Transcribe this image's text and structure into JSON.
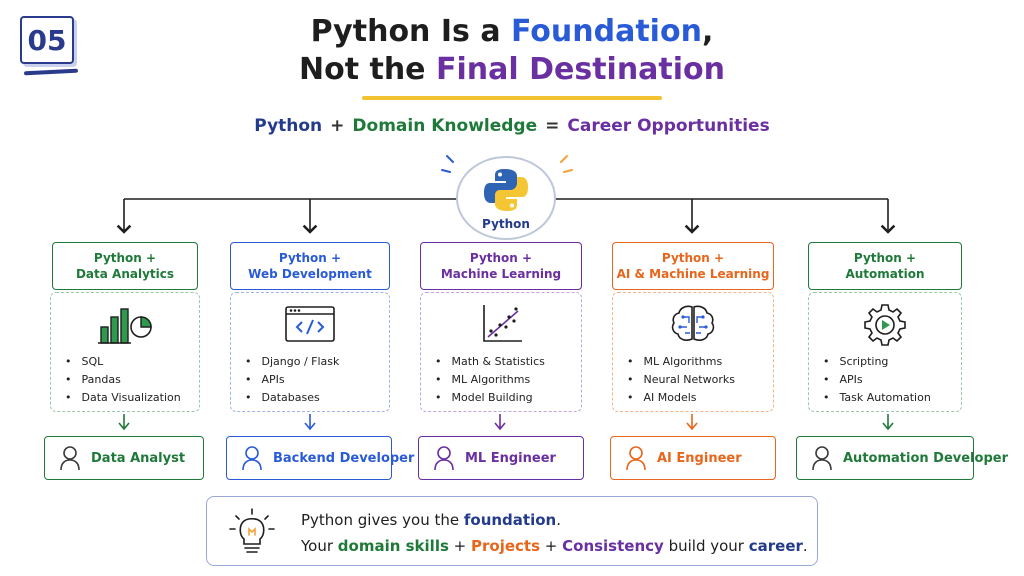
{
  "badge": "05",
  "title": {
    "line1_prefix": "Python Is a ",
    "line1_highlight": "Foundation",
    "line1_suffix": ",",
    "line2_prefix": "Not the ",
    "line2_highlight": "Final Destination"
  },
  "equation": {
    "python": "Python",
    "plus": "+",
    "domain": "Domain Knowledge",
    "equals": "=",
    "result": "Career Opportunities"
  },
  "center": {
    "label": "Python",
    "icon": "python-logo-icon"
  },
  "colors": {
    "green": "#1f7a3a",
    "blue": "#2a5bd7",
    "purple": "#6a2fa0",
    "orange": "#e8651c",
    "navy": "#243b8c",
    "yellow": "#f2c230"
  },
  "tracks": [
    {
      "header_line1": "Python +",
      "header_line2": "Data Analytics",
      "icon": "bar-chart-icon",
      "skills": [
        "SQL",
        "Pandas",
        "Data Visualization"
      ],
      "role": "Data Analyst",
      "color": "#1f7a3a"
    },
    {
      "header_line1": "Python +",
      "header_line2": "Web Development",
      "icon": "code-window-icon",
      "skills": [
        "Django / Flask",
        "APIs",
        "Databases"
      ],
      "role": "Backend Developer",
      "color": "#2a5bd7"
    },
    {
      "header_line1": "Python +",
      "header_line2": "Machine Learning",
      "icon": "scatter-plot-icon",
      "skills": [
        "Math & Statistics",
        "ML Algorithms",
        "Model Building"
      ],
      "role": "ML Engineer",
      "color": "#6a2fa0"
    },
    {
      "header_line1": "Python +",
      "header_line2": "AI & Machine Learning",
      "icon": "brain-circuit-icon",
      "skills": [
        "ML Algorithms",
        "Neural Networks",
        "AI Models"
      ],
      "role": "AI Engineer",
      "color": "#e8651c"
    },
    {
      "header_line1": "Python +",
      "header_line2": "Automation",
      "icon": "gear-play-icon",
      "skills": [
        "Scripting",
        "APIs",
        "Task Automation"
      ],
      "role": "Automation Developer",
      "color": "#1f7a3a"
    }
  ],
  "footer": {
    "icon": "lightbulb-icon",
    "line1_prefix": "Python gives you the ",
    "line1_highlight": "foundation",
    "line1_suffix": ".",
    "line2_w1": "Your ",
    "line2_domain": "domain skills",
    "line2_plus1": " + ",
    "line2_projects": "Projects",
    "line2_plus2": " + ",
    "line2_consistency": "Consistency",
    "line2_mid": " build your ",
    "line2_career": "career",
    "line2_end": "."
  }
}
